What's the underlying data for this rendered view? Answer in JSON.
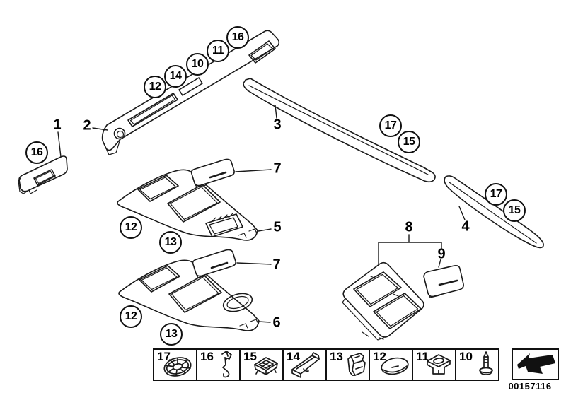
{
  "colors": {
    "line": "#1a1a1a",
    "background": "#ffffff"
  },
  "callouts": [
    {
      "label": "12"
    },
    {
      "label": "14"
    },
    {
      "label": "10"
    },
    {
      "label": "11"
    },
    {
      "label": "16"
    },
    {
      "label": "16"
    },
    {
      "label": "17"
    },
    {
      "label": "15"
    },
    {
      "label": "17"
    },
    {
      "label": "15"
    },
    {
      "label": "12"
    },
    {
      "label": "13"
    },
    {
      "label": "12"
    },
    {
      "label": "13"
    }
  ],
  "part_labels": [
    {
      "label": "1"
    },
    {
      "label": "2"
    },
    {
      "label": "3"
    },
    {
      "label": "4"
    },
    {
      "label": "5"
    },
    {
      "label": "6"
    },
    {
      "label": "7"
    },
    {
      "label": "7"
    },
    {
      "label": "8"
    },
    {
      "label": "9"
    }
  ],
  "legend": {
    "cells": [
      {
        "number": "17",
        "icon": "grommet-washer-icon"
      },
      {
        "number": "16",
        "icon": "spring-clip-icon"
      },
      {
        "number": "15",
        "icon": "push-button-clip-icon"
      },
      {
        "number": "14",
        "icon": "retainer-bracket-icon"
      },
      {
        "number": "13",
        "icon": "edge-clip-icon"
      },
      {
        "number": "12",
        "icon": "oval-cap-icon"
      },
      {
        "number": "11",
        "icon": "cage-nut-icon"
      },
      {
        "number": "10",
        "icon": "expansion-rivet-icon"
      }
    ]
  },
  "footer": {
    "document_number": "00157116",
    "arrow_icon": "bent-arrow-icon"
  }
}
